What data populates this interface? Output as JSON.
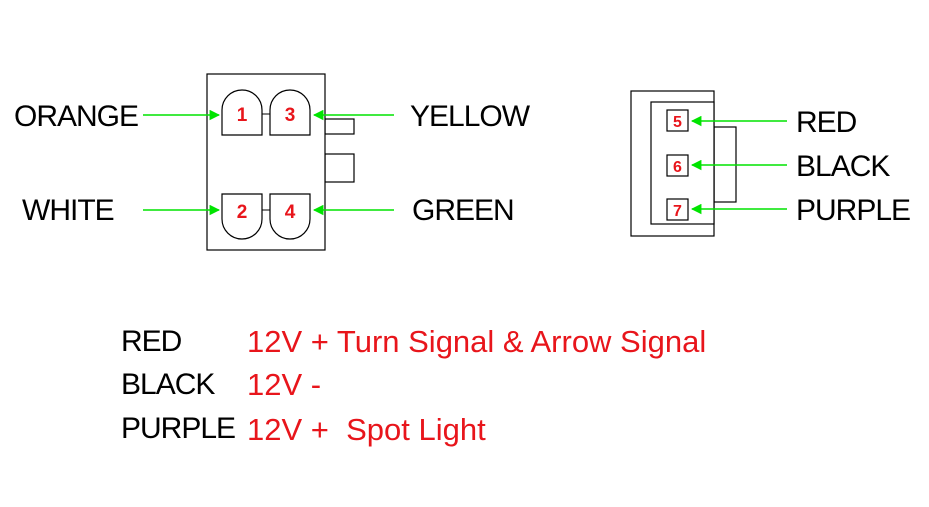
{
  "connector_left": {
    "pins": [
      {
        "number": "1",
        "wire": "ORANGE"
      },
      {
        "number": "3",
        "wire": "YELLOW"
      },
      {
        "number": "2",
        "wire": "WHITE"
      },
      {
        "number": "4",
        "wire": "GREEN"
      }
    ]
  },
  "connector_right": {
    "pins": [
      {
        "number": "5",
        "wire": "RED"
      },
      {
        "number": "6",
        "wire": "BLACK"
      },
      {
        "number": "7",
        "wire": "PURPLE"
      }
    ]
  },
  "legend": [
    {
      "wire": "RED",
      "description": "12V + Turn Signal & Arrow Signal"
    },
    {
      "wire": "BLACK",
      "description": "12V -"
    },
    {
      "wire": "PURPLE",
      "description": "12V +  Spot Light"
    }
  ],
  "colors": {
    "arrow": "#00e400",
    "pin_number": "#e8151b",
    "description": "#e8151b",
    "label": "#000000"
  }
}
